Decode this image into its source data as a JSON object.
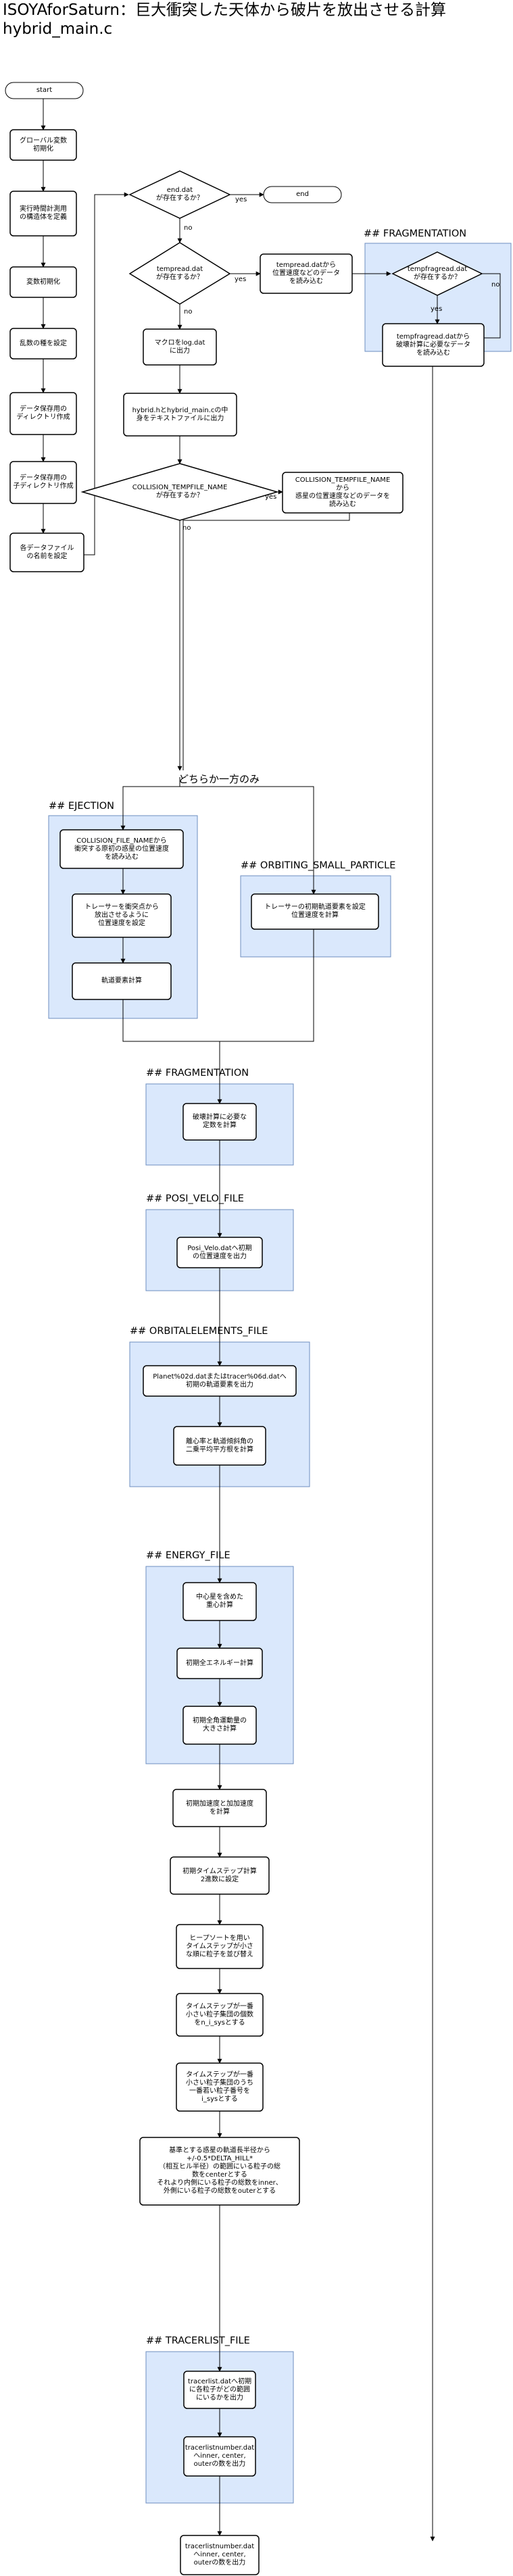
{
  "title": {
    "line1": "ISOYAforSaturn：巨大衝突した天体から破片を放出させる計算",
    "line2": "hybrid_main.c"
  },
  "nodes": {
    "start": "start",
    "global_init": "グローバル変数\n初期化",
    "exec_time_struct": "実行時間計測用\nの構造体を定義",
    "var_init": "変数初期化",
    "rand_seed": "乱数の種を設定",
    "data_dir": "データ保存用の\nディレクトリ作成",
    "data_subdir": "データ保存用の\n子ディレクトリ作成",
    "file_names": "各データファイル\nの名前を設定",
    "end_dat_q": "end.dat\nが存在するか？",
    "end": "end",
    "tempread_q": "tempread.dat\nが存在するか？",
    "tempread_load": "tempread.datから\n位置速度などのデータ\nを読み込む",
    "macro_log": "マクロをlog.dat\nに出力",
    "hybrid_text": "hybrid.hとhybrid_main.cの中\n身をテキストファイルに出力",
    "collision_q": "COLLISION_TEMPFILE_NAME\nが存在するか？",
    "collision_load": "COLLISION_TEMPFILE_NAME\nから\n惑星の位置速度などのデータを\n読み込む",
    "tempfragread_q": "tempfragread.dat\nが存在するか？",
    "tempfragread_load": "tempfragread.datから\n破壊計算に必要なデータ\nを読み込む",
    "ej_read": "COLLISION_FILE_NAMEから\n衝突する原初の惑星の位置速度\nを読み込む",
    "ej_tracer": "トレーサーを衝突点から\n放出させるように\n位置速度を設定",
    "ej_orbit": "軌道要素計算",
    "orb_set": "トレーサーの初期軌道要素を設定\n位置速度を計算",
    "frag_const": "破壊計算に必要な\n定数を計算",
    "posi_out": "Posi_Velo.datへ初期\nの位置速度を出力",
    "orbel_out": "Planet%02d.datまたはtracer%06d.datへ\n初期の軌道要素を出力",
    "orbel_rms": "離心率と軌道傾斜角の\n二乗平均平方根を計算",
    "en_center": "中心星を含めた\n重心計算",
    "en_total": "初期全エネルギー計算",
    "en_angmom": "初期全角運動量の\n大きさ計算",
    "accel": "初期加速度と加加速度\nを計算",
    "timestep": "初期タイムステップ計算\n2進数に設定",
    "heapsort": "ヒープソートを用い\nタイムステップが小さ\nな順に粒子を並び替え",
    "i_sys": "タイムステップが一番\n小さい粒子集団の個数\nをn_i_sysとする",
    "i_sys_num": "タイムステップが一番\n小さい粒子集団のうち\n一番若い粒子番号を\ni_sysとする",
    "inner_outer": "基準とする惑星の軌道長半径から\n+/-0.5*DELTA_HILL*\n（相互ヒル半径）の範囲にいる粒子の総\n数をcenterとする\nそれより内側にいる粒子の総数をinner、\n外側にいる粒子の総数をouterとする",
    "tl_which": "tracerlist.datへ初期\nに各粒子がどの範囲\nにいるかを出力",
    "tl_number": "tracerlistnumber.dat\nへinner, center,\nouterの数を出力",
    "tl_final": "tracerlistnumber.dat\nへinner, center,\nouterの数を出力"
  },
  "groups": {
    "fragmentation_top": "## FRAGMENTATION",
    "ejection": "## EJECTION",
    "orbiting": "## ORBITING_SMALL_PARTICLE",
    "fragmentation": "## FRAGMENTATION",
    "posi_velo": "## POSI_VELO_FILE",
    "orbitalelements": "## ORBITALELEMENTS_FILE",
    "energy": "## ENERGY_FILE",
    "tracerlist": "## TRACERLIST_FILE"
  },
  "edges": {
    "yes": "yes",
    "no": "no"
  },
  "merge_label": "どちらか一方のみ",
  "colors": {
    "group_fill": "#dae8fc",
    "group_stroke": "#6c8ebf",
    "line": "#000000"
  }
}
